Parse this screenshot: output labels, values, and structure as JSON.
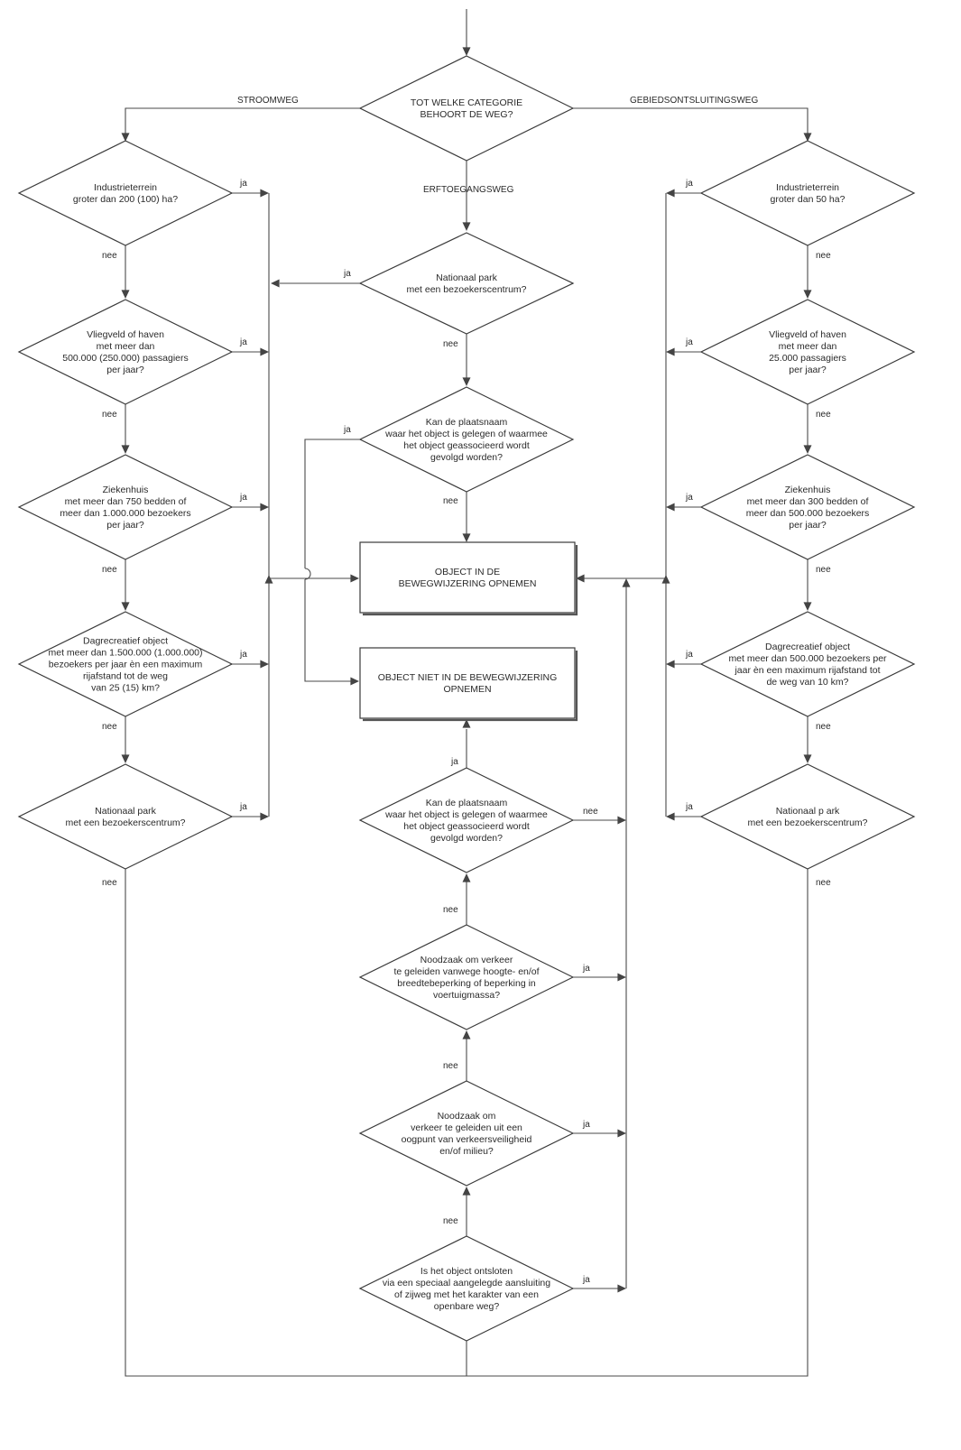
{
  "diagram": {
    "start": {
      "lines": [
        "TOT WELKE CATEGORIE",
        "BEHOORT DE WEG?"
      ]
    },
    "categories": {
      "left": "STROOMWEG",
      "middle": "ERFTOEGANGSWEG",
      "right": "GEBIEDSONTSLUITINGSWEG"
    },
    "answers": {
      "yes": "ja",
      "no": "nee"
    },
    "left_column": [
      {
        "lines": [
          "Industrieterrein",
          "groter dan 200 (100) ha?"
        ]
      },
      {
        "lines": [
          "Vliegveld of haven",
          "met meer dan",
          "500.000 (250.000) passagiers",
          "per jaar?"
        ]
      },
      {
        "lines": [
          "Ziekenhuis",
          "met meer dan 750 bedden of",
          "meer dan 1.000.000 bezoekers",
          "per jaar?"
        ]
      },
      {
        "lines": [
          "Dagrecreatief object",
          "met meer dan 1.500.000 (1.000.000)",
          "bezoekers per jaar èn een maximum",
          "rijafstand tot de weg",
          "van 25 (15) km?"
        ]
      },
      {
        "lines": [
          "Nationaal park",
          "met een bezoekerscentrum?"
        ]
      }
    ],
    "middle_top": [
      {
        "lines": [
          "Nationaal park",
          "met een bezoekerscentrum?"
        ]
      },
      {
        "lines": [
          "Kan de plaatsnaam",
          "waar het object is gelegen of waarmee",
          "het object geassocieerd wordt",
          "gevolgd worden?"
        ]
      }
    ],
    "outcomes": {
      "include": {
        "lines": [
          "OBJECT IN DE",
          "BEWEGWIJZERING OPNEMEN"
        ]
      },
      "exclude": {
        "lines": [
          "OBJECT NIET IN DE BEWEGWIJZERING",
          "OPNEMEN"
        ]
      }
    },
    "middle_bottom": [
      {
        "lines": [
          "Kan de plaatsnaam",
          "waar het object is gelegen of waarmee",
          "het object geassocieerd wordt",
          "gevolgd worden?"
        ]
      },
      {
        "lines": [
          "Noodzaak om verkeer",
          "te geleiden vanwege hoogte- en/of",
          "breedtebeperking of beperking in",
          "voertuigmassa?"
        ]
      },
      {
        "lines": [
          "Noodzaak om",
          "verkeer te geleiden uit een",
          "oogpunt van verkeersveiligheid",
          "en/of milieu?"
        ]
      },
      {
        "lines": [
          "Is het object ontsloten",
          "via een speciaal aangelegde aansluiting",
          "of zijweg met het karakter van een",
          "openbare weg?"
        ]
      }
    ],
    "right_column": [
      {
        "lines": [
          "Industrieterrein",
          "groter dan 50 ha?"
        ]
      },
      {
        "lines": [
          "Vliegveld of haven",
          "met meer dan",
          "25.000 passagiers",
          "per jaar?"
        ]
      },
      {
        "lines": [
          "Ziekenhuis",
          "met meer dan 300 bedden of",
          "meer dan 500.000 bezoekers",
          "per jaar?"
        ]
      },
      {
        "lines": [
          "Dagrecreatief object",
          "met meer dan 500.000 bezoekers per",
          "jaar èn een maximum rijafstand tot",
          "de weg van 10 km?"
        ]
      },
      {
        "lines": [
          "Nationaal p ark",
          "met een bezoekerscentrum?"
        ]
      }
    ]
  }
}
